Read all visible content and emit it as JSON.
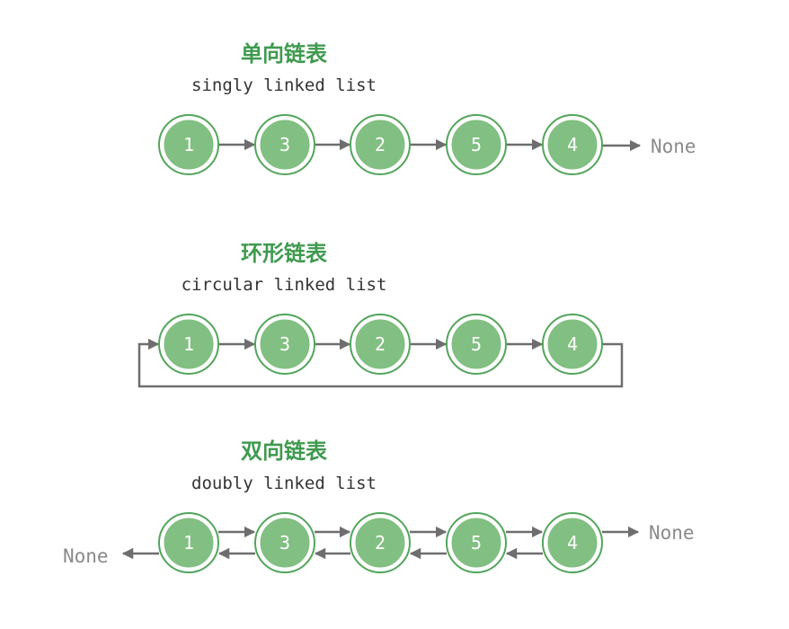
{
  "colors": {
    "node_fill": "#82bf82",
    "node_ring": "#52a55b",
    "arrow": "#6e6e6e",
    "title_cn": "#3f9a4f",
    "title_en": "#333333",
    "none_text": "#8a8a8a"
  },
  "sections": [
    {
      "id": "singly",
      "type": "singly",
      "title_cn": "单向链表",
      "title_en": "singly linked list",
      "nodes": [
        "1",
        "3",
        "2",
        "5",
        "4"
      ],
      "none_right": "None"
    },
    {
      "id": "circular",
      "type": "circular",
      "title_cn": "环形链表",
      "title_en": "circular linked list",
      "nodes": [
        "1",
        "3",
        "2",
        "5",
        "4"
      ]
    },
    {
      "id": "doubly",
      "type": "doubly",
      "title_cn": "双向链表",
      "title_en": "doubly linked list",
      "nodes": [
        "1",
        "3",
        "2",
        "5",
        "4"
      ],
      "none_right": "None",
      "none_left": "None"
    }
  ]
}
